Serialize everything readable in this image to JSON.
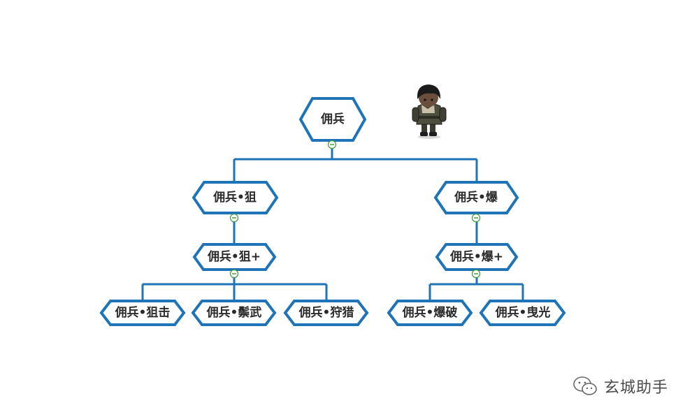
{
  "colors": {
    "accent": "#1f73b7",
    "toggle": "#3c9a3c",
    "text": "#2b2b2b"
  },
  "tree": {
    "root": {
      "label": "佣兵"
    },
    "left": {
      "label": "佣兵•狙"
    },
    "left_plus": {
      "label": "佣兵•狙+"
    },
    "left_children": [
      {
        "label": "佣兵•狙击"
      },
      {
        "label": "佣兵•鬃武"
      },
      {
        "label": "佣兵•狩猎"
      }
    ],
    "right": {
      "label": "佣兵•爆"
    },
    "right_plus": {
      "label": "佣兵•爆+"
    },
    "right_children": [
      {
        "label": "佣兵•爆破"
      },
      {
        "label": "佣兵•曳光"
      }
    ]
  },
  "watermark": {
    "icon": "wechat-icon",
    "text": "玄城助手"
  }
}
